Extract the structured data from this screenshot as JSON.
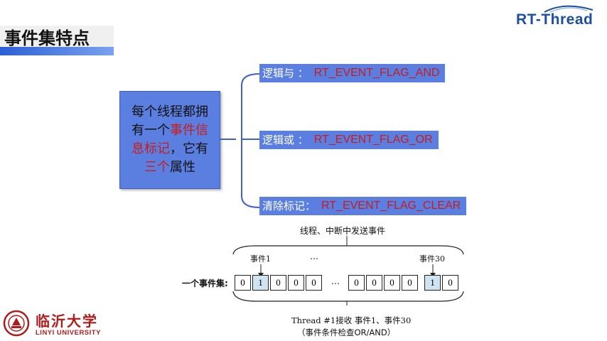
{
  "header": {
    "title": "事件集特点",
    "logo": "RT-Thread",
    "brand_color": "#1c4fa0",
    "accent": "#2b5fd6"
  },
  "center_box": {
    "line1": "每个线程都拥",
    "line2a": "有一个",
    "line2b": "事件信",
    "line3a": "息标记",
    "line3b": "，它有",
    "line4a": "三个",
    "line4b": "属性"
  },
  "properties": [
    {
      "label": "逻辑与 ：",
      "value": "RT_EVENT_FLAG_AND"
    },
    {
      "label": "逻辑或 ：",
      "value": "RT_EVENT_FLAG_OR"
    },
    {
      "label": "清除标记：",
      "value": "RT_EVENT_FLAG_CLEAR"
    }
  ],
  "diagram": {
    "top_caption": "线程、中断中发送事件",
    "event1_label": "事件1",
    "event30_label": "事件30",
    "dots_top": "…",
    "row_label": "一个事件集:",
    "cells_left": [
      "0",
      "1",
      "0",
      "0",
      "0"
    ],
    "dots_mid": "…",
    "cells_right": [
      "0",
      "0",
      "0",
      "0",
      "1",
      "0"
    ],
    "bottom_caption1": "Thread #1接收 事件1、事件30",
    "bottom_caption2": "（事件条件检查OR/AND）"
  },
  "footer": {
    "university_cn": "临沂大学",
    "university_en": "LINYI UNIVERSITY"
  }
}
